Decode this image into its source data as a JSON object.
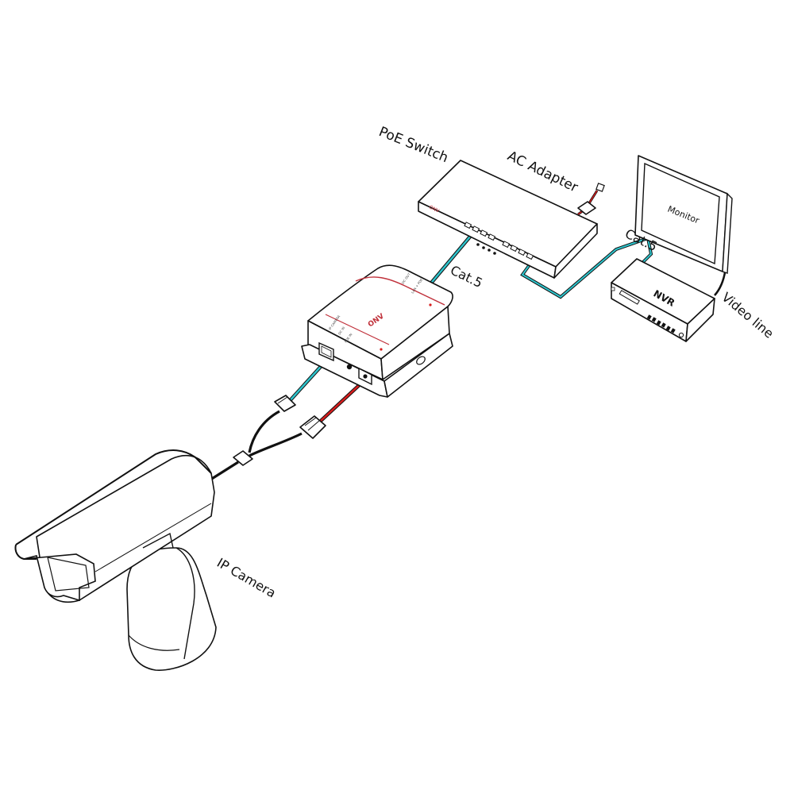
{
  "labels": {
    "poe_switch": "PoE  Switch",
    "ac_adapter": "AC Adapter",
    "cat5_top": "Cat.5",
    "cat5_right": "Cat.5",
    "monitor": "Monitor",
    "nvr": "NVR",
    "video_line": "Video line",
    "ip_camera": "IP Camera"
  },
  "colors": {
    "network_cable": "#2ec4cc",
    "power_cable": "#d81e1e",
    "outline": "#111111",
    "accent_stripe": "#c0303a"
  },
  "icons": {
    "switch": "poe-switch-icon",
    "splitter": "poe-splitter-icon",
    "nvr": "nvr-recorder-icon",
    "monitor": "monitor-icon",
    "camera": "ip-camera-icon",
    "adapter_plug": "power-plug-icon"
  }
}
